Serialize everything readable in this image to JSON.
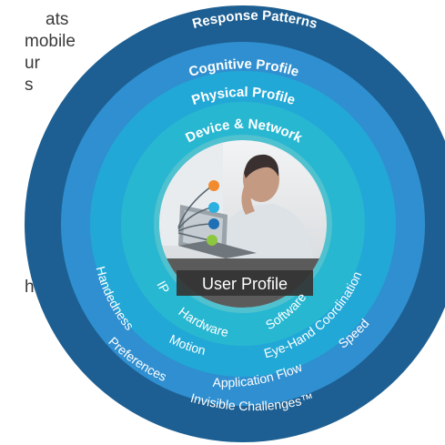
{
  "left_text": {
    "lines": [
      "ats",
      "mobile",
      "ur",
      "s"
    ],
    "line_bottom": "h"
  },
  "rings": {
    "outer": "Response Patterns",
    "cognitive": "Cognitive Profile",
    "physical": "Physical Profile",
    "device": "Device & Network",
    "center": "User Profile"
  },
  "items": {
    "handedness": "Handedness",
    "ip": "IP",
    "hardware": "Hardware",
    "software": "Software",
    "eye_hand": "Eye-Hand Coordination",
    "preferences": "Preferences",
    "motion": "Motion",
    "speed": "Speed",
    "application_flow": "Application Flow",
    "invisible": "Invisible Challenges™"
  },
  "colors": {
    "outer": "#1d5f92",
    "cognitive": "#2f8fd0",
    "physical": "#22a8d6",
    "device": "#28b7d1",
    "inner": "#4fc1cf"
  }
}
